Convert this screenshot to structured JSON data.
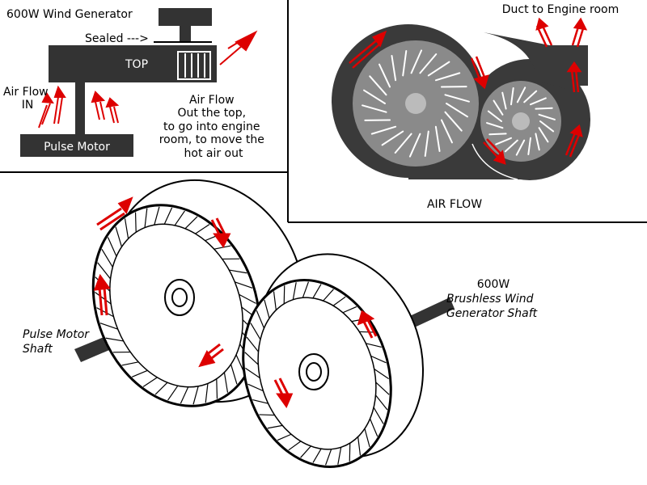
{
  "colors": {
    "arrow": "#dd0000",
    "dark": "#333333",
    "housing": "#3a3a3a",
    "wheel": "#8a8a8a",
    "hub": "#bbbbbb",
    "background": "#ffffff"
  },
  "side_view": {
    "title": "600W Wind Generator",
    "sealed_label": "Sealed --->",
    "top_label": "TOP",
    "air_in_line1": "Air Flow",
    "air_in_line2": "IN",
    "air_out_lines": [
      "Air Flow",
      "Out the top,",
      "to go into engine",
      "room, to move the",
      "hot air out"
    ],
    "motor_label": "Pulse Motor"
  },
  "front_view": {
    "duct_label": "Duct to Engine room",
    "caption": "AIR FLOW"
  },
  "wheels_view": {
    "left_shaft_line1": "Pulse Motor",
    "left_shaft_line2": "Shaft",
    "right_title": "600W",
    "right_line2": "Brushless Wind",
    "right_line3": "Generator Shaft"
  },
  "icons": [
    "fan-wheel-icon",
    "air-flow-arrow-icon",
    "shaft-icon"
  ]
}
